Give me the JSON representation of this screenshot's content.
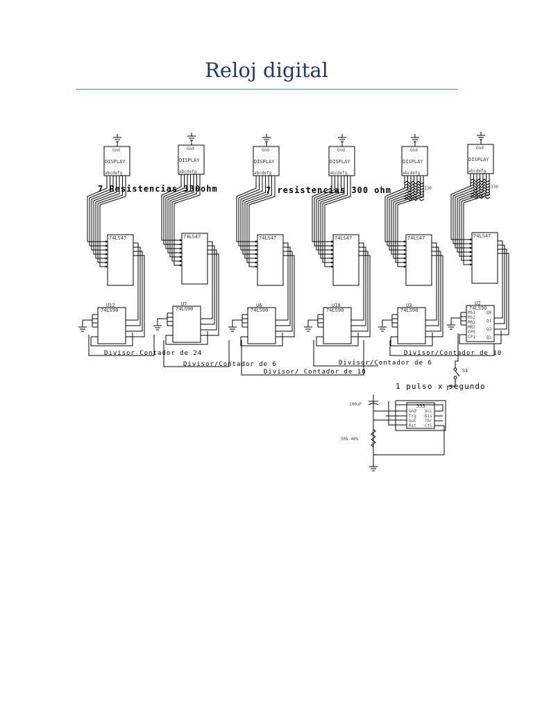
{
  "page": {
    "title": "Reloj digital"
  },
  "display": {
    "gnd": "Gnd",
    "name": "DISPLAY",
    "pins": "abcdefg"
  },
  "decoder": {
    "part": "74LS47"
  },
  "counter": {
    "part": "74LS90"
  },
  "counters": [
    {
      "ref": "U12",
      "pin_label_1": "",
      "pin_label_2": ""
    },
    {
      "ref": "U7"
    },
    {
      "ref": "U6"
    },
    {
      "ref": "U10"
    },
    {
      "ref": "U3"
    },
    {
      "ref": "U2"
    }
  ],
  "u2_pins": {
    "left": [
      "MS1",
      "MS2",
      "MR1",
      "MR2",
      "CP0",
      "CP1"
    ],
    "right": [
      "Q0",
      "Q1",
      "Q2",
      "Q3"
    ]
  },
  "labels": {
    "resistors_1": "7 Resistencias 330ohm",
    "resistors_2": "7 resistencias 300 ohm",
    "r330_a": "330",
    "r330_b": "330",
    "div24": "Divisor Contador de 24",
    "div6_a": "Divisor/Contador de 6",
    "div10_a": "Divisor/ Contador de 10",
    "div6_b": "Divisor/Contador de 6",
    "div10_b": "Divisor/Contador de 10",
    "switch": "S1",
    "pulse": "1 pulso x segundo"
  },
  "timer": {
    "part": "555",
    "left_pins": [
      "Gnd",
      "Trg",
      "Out",
      "Rst"
    ],
    "right_pins": [
      "Vcc",
      "Dis",
      "Thr",
      "Ctl"
    ],
    "cap": "100uF",
    "pot": "50k 40%"
  }
}
